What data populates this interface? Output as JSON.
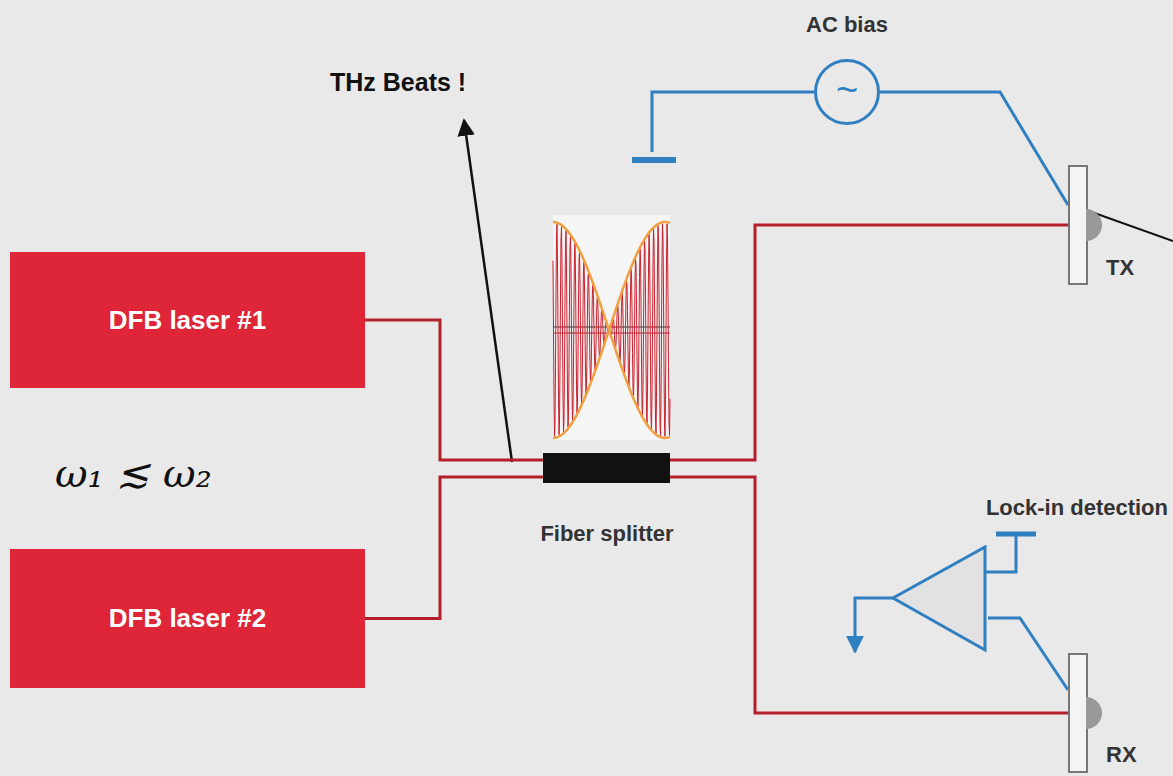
{
  "diagram": {
    "nodes": [
      {
        "text": [
          "DFB laser #1"
        ]
      },
      {
        "text": [
          "DFB laser #2"
        ]
      },
      {
        "text": [
          "Fiber splitter"
        ]
      },
      {
        "text": [
          "AC bias",
          "~"
        ]
      },
      {
        "text": [
          "TX"
        ]
      },
      {
        "text": [
          "Lock-in detection"
        ]
      },
      {
        "text": [
          "RX"
        ]
      }
    ],
    "edges": [
      {
        "from": 0,
        "to": 2,
        "arrow": "none"
      },
      {
        "from": 1,
        "to": 2,
        "arrow": "none"
      },
      {
        "from": 2,
        "to": 4,
        "arrow": "none"
      },
      {
        "from": 2,
        "to": 6,
        "arrow": "none"
      },
      {
        "from": 3,
        "to": 4,
        "arrow": "none"
      },
      {
        "from": 5,
        "to": 6,
        "arrow": "none"
      }
    ],
    "labels": [
      "THz Beats !",
      "ω₁ ≲ ω₂"
    ]
  }
}
